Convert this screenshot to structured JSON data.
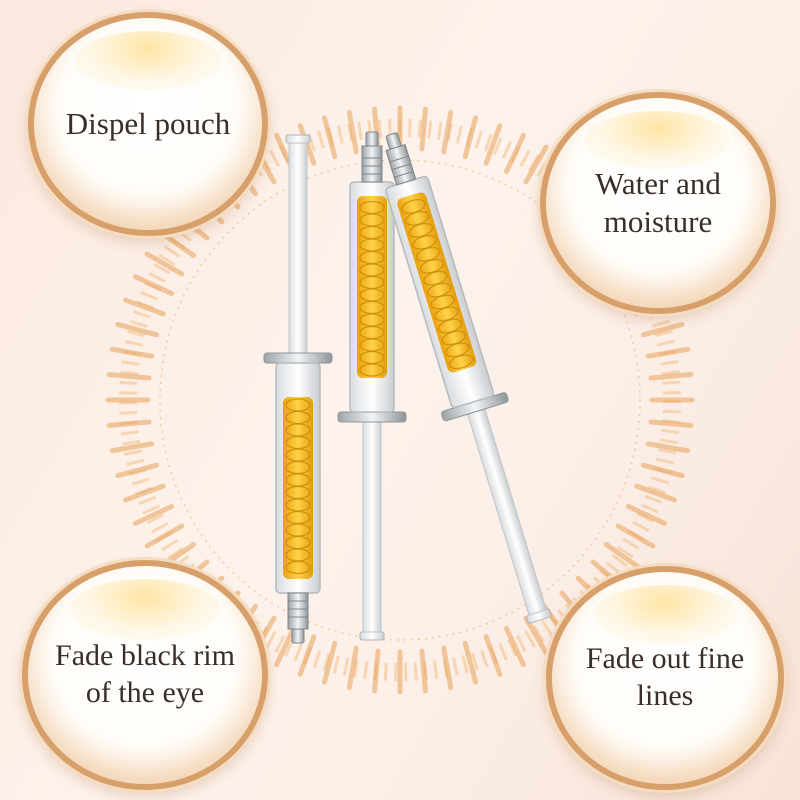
{
  "badges": {
    "top_left": "Dispel pouch",
    "top_right_line1": "Water and",
    "top_right_line2": "moisture",
    "bottom_left_line1": "Fade black rim",
    "bottom_left_line2": "of the eye",
    "bottom_right_line1": "Fade out fine",
    "bottom_right_line2": "lines"
  },
  "colors": {
    "ring": "#e8a25a",
    "serum": "#f2b417",
    "bubble_border": "#d7a06a"
  },
  "icons": [
    "syringe-icon",
    "sunburst-ring"
  ]
}
